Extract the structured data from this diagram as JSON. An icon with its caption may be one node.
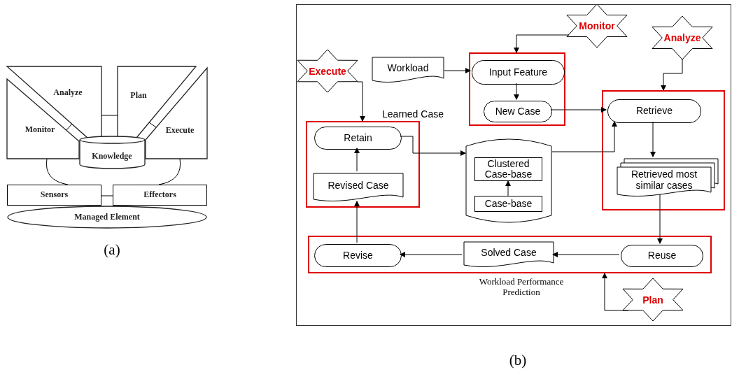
{
  "diagram": {
    "nodes": [
      {
        "text": [
          "Analyze"
        ]
      },
      {
        "text": [
          "Plan"
        ]
      },
      {
        "text": [
          "Monitor"
        ]
      },
      {
        "text": [
          "Execute"
        ]
      },
      {
        "text": [
          "Knowledge"
        ]
      },
      {
        "text": [
          "Sensors"
        ]
      },
      {
        "text": [
          "Effectors"
        ]
      },
      {
        "text": [
          "Managed Element"
        ]
      },
      {
        "text": [
          "Monitor"
        ]
      },
      {
        "text": [
          "Analyze"
        ]
      },
      {
        "text": [
          "Execute"
        ]
      },
      {
        "text": [
          "Workload"
        ]
      },
      {
        "text": [],
        "shape": "box"
      },
      {
        "text": [
          "Input Feature"
        ],
        "in": 12
      },
      {
        "text": [
          "New Case"
        ],
        "in": 12
      },
      {
        "text": [
          "Learned Case"
        ]
      },
      {
        "text": [
          "Retain"
        ],
        "in": 15
      },
      {
        "text": [
          "Revised Case"
        ],
        "in": 15
      },
      {
        "text": [],
        "shape": "cylinder"
      },
      {
        "text": [
          "Clustered Case-base"
        ],
        "in": 18
      },
      {
        "text": [
          "Case-base"
        ],
        "in": 18
      },
      {
        "text": [],
        "shape": "box"
      },
      {
        "text": [
          "Retrieve"
        ],
        "in": 21
      },
      {
        "text": [
          "Retrieved most similar cases"
        ],
        "in": 21
      },
      {
        "text": [
          "Workload Performance Prediction"
        ]
      },
      {
        "text": [
          "Revise"
        ],
        "in": 24
      },
      {
        "text": [
          "Solved Case"
        ],
        "in": 24
      },
      {
        "text": [
          "Reuse"
        ],
        "in": 24
      },
      {
        "text": [
          "Plan"
        ]
      }
    ],
    "edges": [
      {
        "from": 2,
        "to": 0,
        "arrow": "none"
      },
      {
        "from": 0,
        "to": 1,
        "arrow": "none"
      },
      {
        "from": 1,
        "to": 3,
        "arrow": "none"
      },
      {
        "from": 2,
        "to": 5,
        "arrow": "none"
      },
      {
        "from": 3,
        "to": 6,
        "arrow": "none"
      },
      {
        "from": 5,
        "to": 6,
        "arrow": "none"
      },
      {
        "from": 8,
        "to": 12,
        "arrow": "to"
      },
      {
        "from": 9,
        "to": 21,
        "arrow": "to"
      },
      {
        "from": 10,
        "to": 15,
        "arrow": "to"
      },
      {
        "from": 11,
        "to": 13,
        "arrow": "to"
      },
      {
        "from": 13,
        "to": 14,
        "arrow": "to"
      },
      {
        "from": 14,
        "to": 22,
        "arrow": "to"
      },
      {
        "from": 16,
        "to": 18,
        "arrow": "to"
      },
      {
        "from": 18,
        "to": 22,
        "arrow": "to"
      },
      {
        "from": 20,
        "to": 19,
        "arrow": "to"
      },
      {
        "from": 22,
        "to": 23,
        "arrow": "to"
      },
      {
        "from": 23,
        "to": 27,
        "arrow": "to"
      },
      {
        "from": 27,
        "to": 26,
        "arrow": "to"
      },
      {
        "from": 26,
        "to": 25,
        "arrow": "to"
      },
      {
        "from": 25,
        "to": 17,
        "arrow": "to"
      },
      {
        "from": 17,
        "to": 16,
        "arrow": "to"
      },
      {
        "from": 28,
        "to": 24,
        "arrow": "to"
      }
    ],
    "labels": [
      "(a)",
      "(b)"
    ]
  }
}
